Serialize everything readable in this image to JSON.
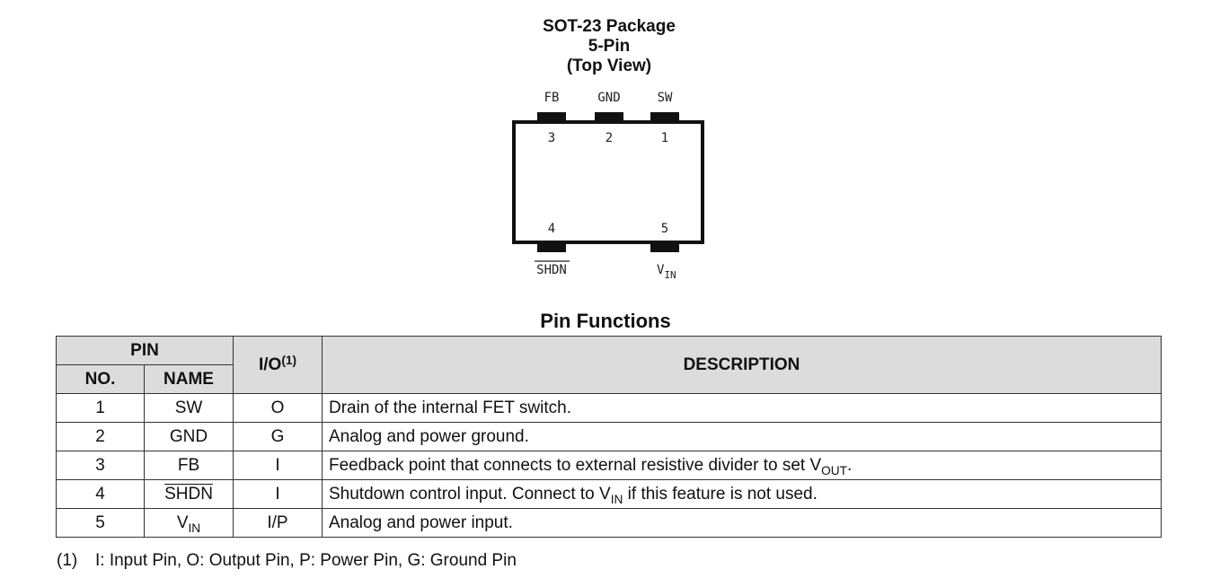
{
  "package": {
    "title_line1": "SOT-23 Package",
    "title_line2": "5-Pin",
    "title_line3": "(Top View)",
    "top_pins": [
      {
        "label": "FB",
        "number": "3"
      },
      {
        "label": "GND",
        "number": "2"
      },
      {
        "label": "SW",
        "number": "1"
      }
    ],
    "bottom_pins": [
      {
        "label": "SHDN",
        "number": "4"
      },
      {
        "label": "V",
        "label_sub": "IN",
        "number": "5"
      }
    ]
  },
  "pin_functions": {
    "title": "Pin Functions",
    "headers": {
      "pin": "PIN",
      "no": "NO.",
      "name": "NAME",
      "io": "I/O",
      "io_sup": "(1)",
      "description": "DESCRIPTION"
    },
    "rows": [
      {
        "no": "1",
        "name": "SW",
        "io": "O",
        "desc": "Drain of the internal FET switch."
      },
      {
        "no": "2",
        "name": "GND",
        "io": "G",
        "desc": "Analog and power ground."
      },
      {
        "no": "3",
        "name": "FB",
        "io": "I",
        "desc_pre": "Feedback point that connects to external resistive divider to set V",
        "desc_sub": "OUT",
        "desc_post": "."
      },
      {
        "no": "4",
        "name": "SHDN",
        "io": "I",
        "desc_pre": "Shutdown control input. Connect to V",
        "desc_sub": "IN",
        "desc_post": " if this feature is not used."
      },
      {
        "no": "5",
        "name": "V",
        "name_sub": "IN",
        "io": "I/P",
        "desc": "Analog and power input."
      }
    ]
  },
  "footnote": {
    "number": "(1)",
    "text": "I: Input Pin, O: Output Pin, P: Power Pin, G: Ground Pin"
  }
}
